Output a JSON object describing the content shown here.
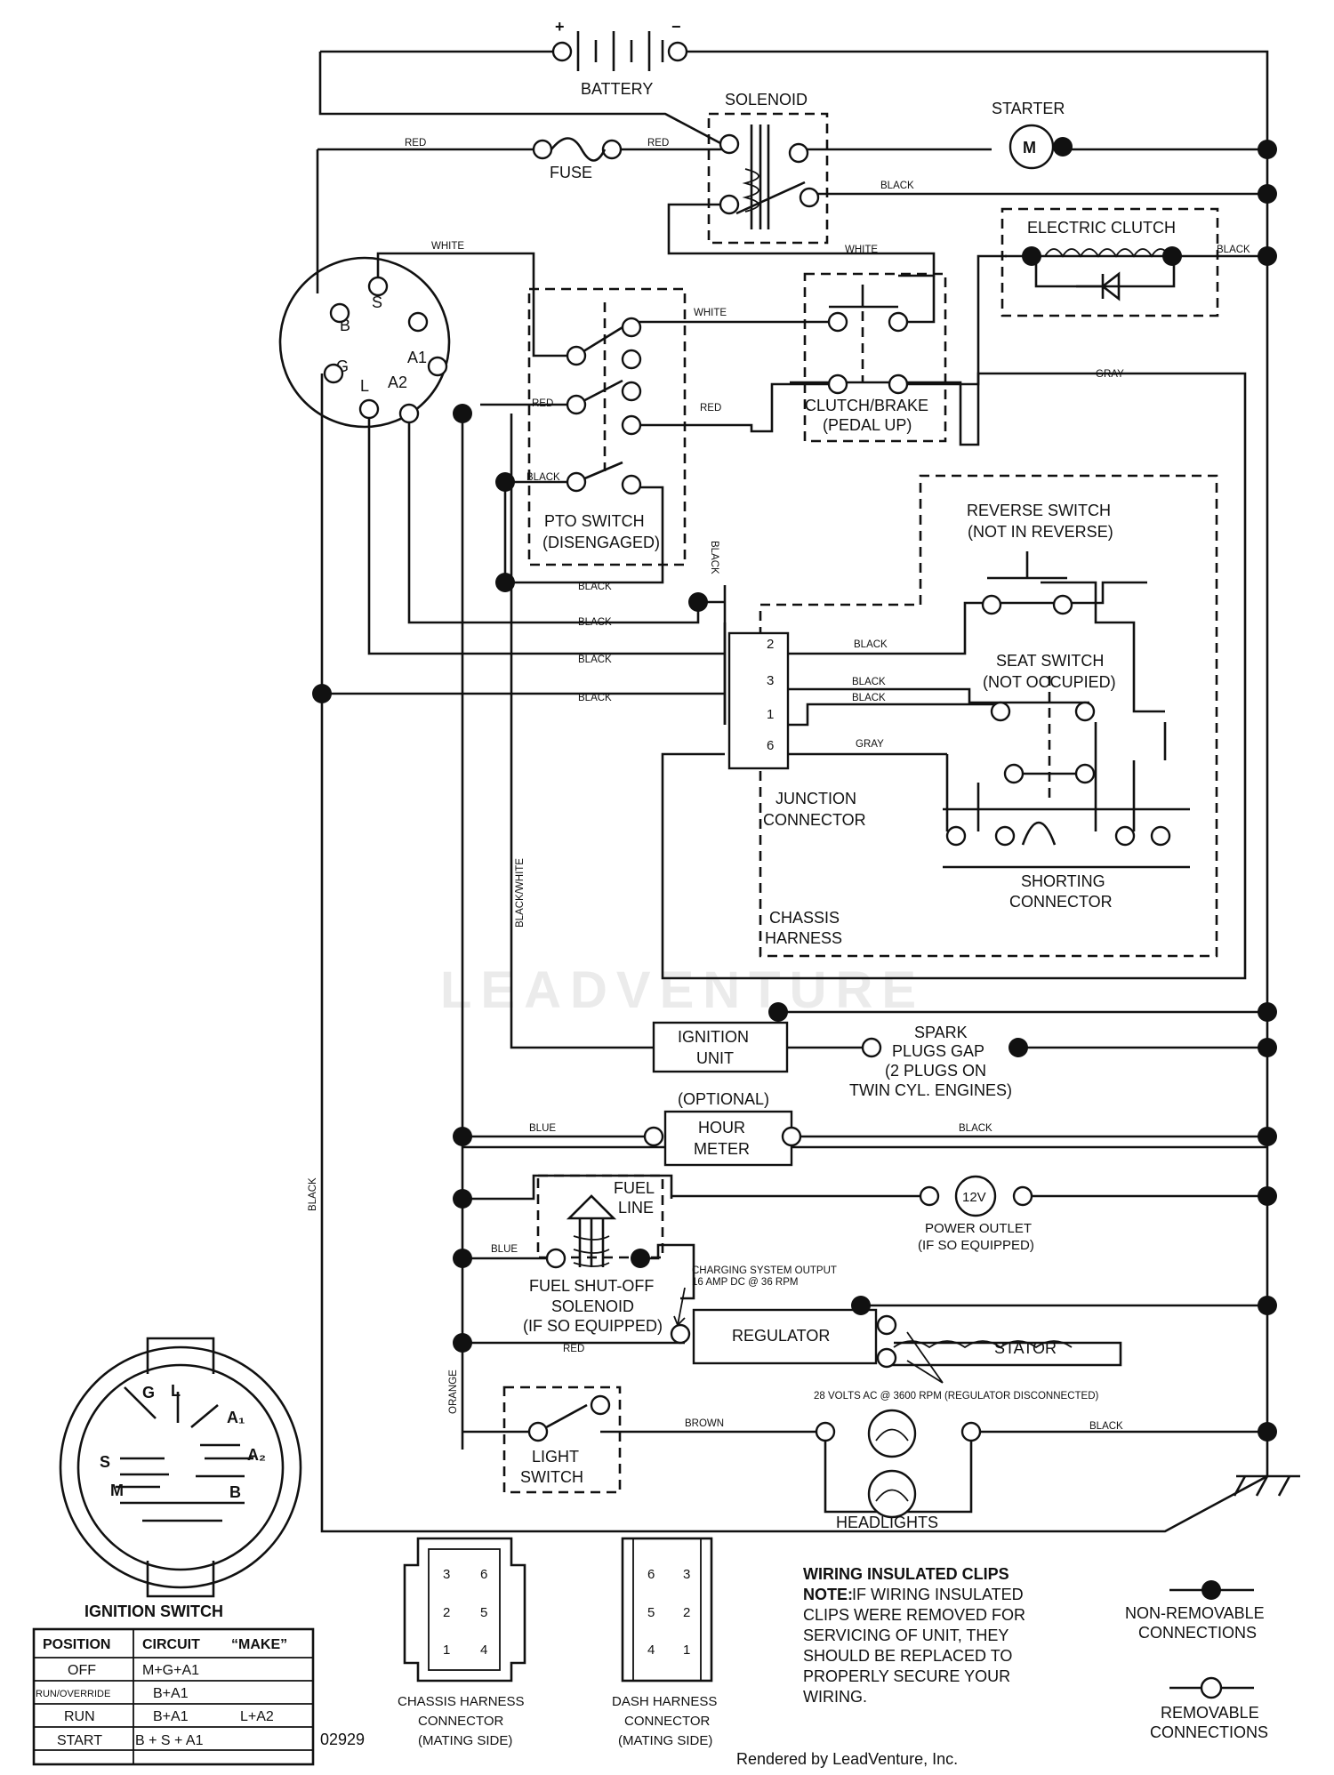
{
  "battery": {
    "label": "BATTERY",
    "plus": "+",
    "minus": "−"
  },
  "components": {
    "solenoid": "SOLENOID",
    "starter": "STARTER",
    "starter_symbol": "M",
    "fuse": "FUSE",
    "electric_clutch": "ELECTRIC CLUTCH",
    "pto_switch": [
      "PTO SWITCH",
      "(DISENGAGED)"
    ],
    "clutch_brake": [
      "CLUTCH/BRAKE",
      "(PEDAL UP)"
    ],
    "reverse_switch": [
      "REVERSE SWITCH",
      "(NOT IN REVERSE)"
    ],
    "seat_switch": [
      "SEAT SWITCH",
      "(NOT OCCUPIED)"
    ],
    "junction_connector": [
      "JUNCTION",
      "CONNECTOR"
    ],
    "shorting_connector": [
      "SHORTING",
      "CONNECTOR"
    ],
    "chassis_harness": [
      "CHASSIS",
      "HARNESS"
    ],
    "ignition_unit": [
      "IGNITION",
      "UNIT"
    ],
    "spark_plugs": [
      "SPARK",
      "PLUGS GAP",
      "(2 PLUGS ON",
      "TWIN CYL. ENGINES)"
    ],
    "optional": "(OPTIONAL)",
    "hour_meter": [
      "HOUR",
      "METER"
    ],
    "fuel_line": [
      "FUEL",
      "LINE"
    ],
    "power_outlet_symbol": "12V",
    "power_outlet": [
      "POWER OUTLET",
      "(IF SO EQUIPPED)"
    ],
    "fuel_shutoff": [
      "FUEL SHUT-OFF",
      "SOLENOID",
      "(IF SO EQUIPPED)"
    ],
    "charging_output": [
      "CHARGING SYSTEM OUTPUT",
      "16 AMP DC @ 36 RPM"
    ],
    "regulator": "REGULATOR",
    "stator": "STATOR",
    "stator_volts": "28 VOLTS AC @ 3600 RPM (REGULATOR DISCONNECTED)",
    "light_switch": [
      "LIGHT",
      "SWITCH"
    ],
    "headlights": "HEADLIGHTS"
  },
  "ignition_terminals": {
    "s": "S",
    "b": "B",
    "m": "M",
    "a1": "A1",
    "g": "G",
    "l": "L",
    "a2": "A2"
  },
  "junction_pins": [
    "2",
    "3",
    "1",
    "6"
  ],
  "wire_colors": {
    "red": "RED",
    "black": "BLACK",
    "white": "WHITE",
    "gray": "GRAY",
    "blue": "BLUE",
    "brown": "BROWN",
    "orange": "ORANGE",
    "black_white": "BLACK/WHITE"
  },
  "ignition_switch": {
    "title": "IGNITION SWITCH",
    "face_labels": {
      "g": "G",
      "l": "L",
      "a1": "A₁",
      "a2": "A₂",
      "s": "S",
      "m": "M",
      "b": "B"
    },
    "table": {
      "headers": [
        "POSITION",
        "CIRCUIT",
        "“MAKE”"
      ],
      "rows": [
        {
          "position": "OFF",
          "circuit": "M+G+A1",
          "make": ""
        },
        {
          "position": "RUN/OVERRIDE",
          "circuit": "B+A1",
          "make": ""
        },
        {
          "position": "RUN",
          "circuit": "B+A1",
          "make": "L+A2"
        },
        {
          "position": "START",
          "circuit": "B + S + A1",
          "make": ""
        }
      ]
    }
  },
  "part_number": "02929",
  "connectors": {
    "chassis": {
      "label": [
        "CHASSIS HARNESS",
        "CONNECTOR",
        "(MATING SIDE)"
      ],
      "pins": [
        "3",
        "6",
        "2",
        "5",
        "1",
        "4"
      ]
    },
    "dash": {
      "label": [
        "DASH HARNESS",
        "CONNECTOR",
        "(MATING SIDE)"
      ],
      "pins": [
        "6",
        "3",
        "5",
        "2",
        "4",
        "1"
      ]
    }
  },
  "note": {
    "title": "WIRING INSULATED CLIPS",
    "lead": "NOTE:",
    "lines": [
      " IF WIRING INSULATED",
      "CLIPS WERE REMOVED FOR",
      "SERVICING OF UNIT, THEY",
      "SHOULD BE REPLACED TO",
      "PROPERLY SECURE YOUR",
      " WIRING."
    ]
  },
  "legend": {
    "non_removable": [
      "NON-REMOVABLE",
      "CONNECTIONS"
    ],
    "removable": [
      "REMOVABLE",
      "CONNECTIONS"
    ]
  },
  "footer": "Rendered by LeadVenture, Inc.",
  "watermark": "LEADVENTURE"
}
